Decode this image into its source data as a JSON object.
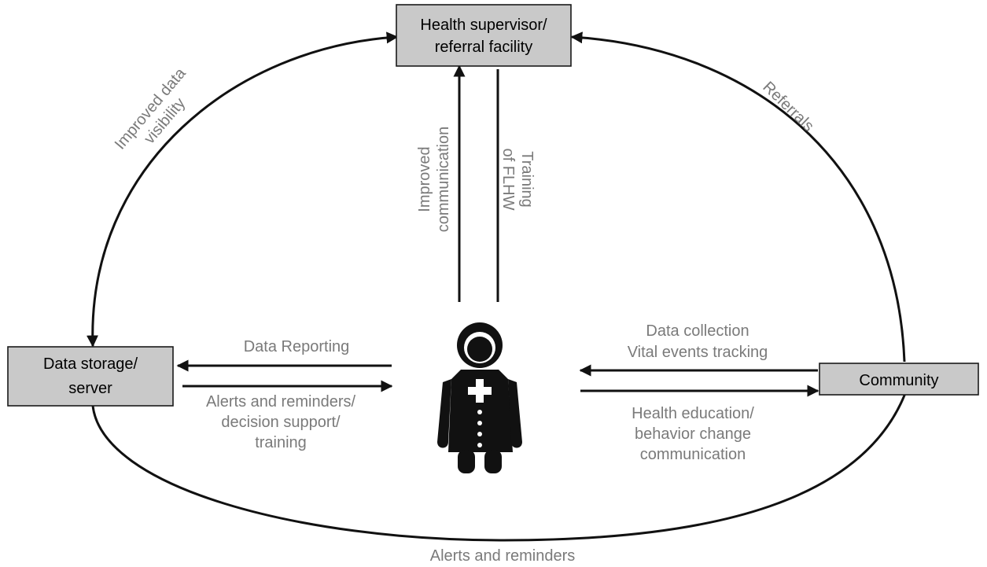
{
  "nodes": {
    "supervisor": {
      "line1": "Health supervisor/",
      "line2": "referral facility"
    },
    "storage": {
      "line1": "Data storage/",
      "line2": "server"
    },
    "community": {
      "label": "Community"
    }
  },
  "edges": {
    "improved_visibility": {
      "line1": "Improved data",
      "line2": "visibility"
    },
    "referrals": {
      "label": "Referrals"
    },
    "improved_communication": {
      "line1": "Improved",
      "line2": "communication"
    },
    "training_flhw": {
      "line1": "Training",
      "line2": "of FLHW"
    },
    "data_reporting": {
      "label": "Data Reporting"
    },
    "alerts_decision": {
      "line1": "Alerts and reminders/",
      "line2": "decision support/",
      "line3": "training"
    },
    "data_collection": {
      "line1": "Data collection",
      "line2": "Vital events tracking"
    },
    "health_education": {
      "line1": "Health education/",
      "line2": "behavior change",
      "line3": "communication"
    },
    "alerts_bottom": {
      "label": "Alerts and reminders"
    }
  },
  "icons": {
    "center": "health-worker-icon"
  }
}
